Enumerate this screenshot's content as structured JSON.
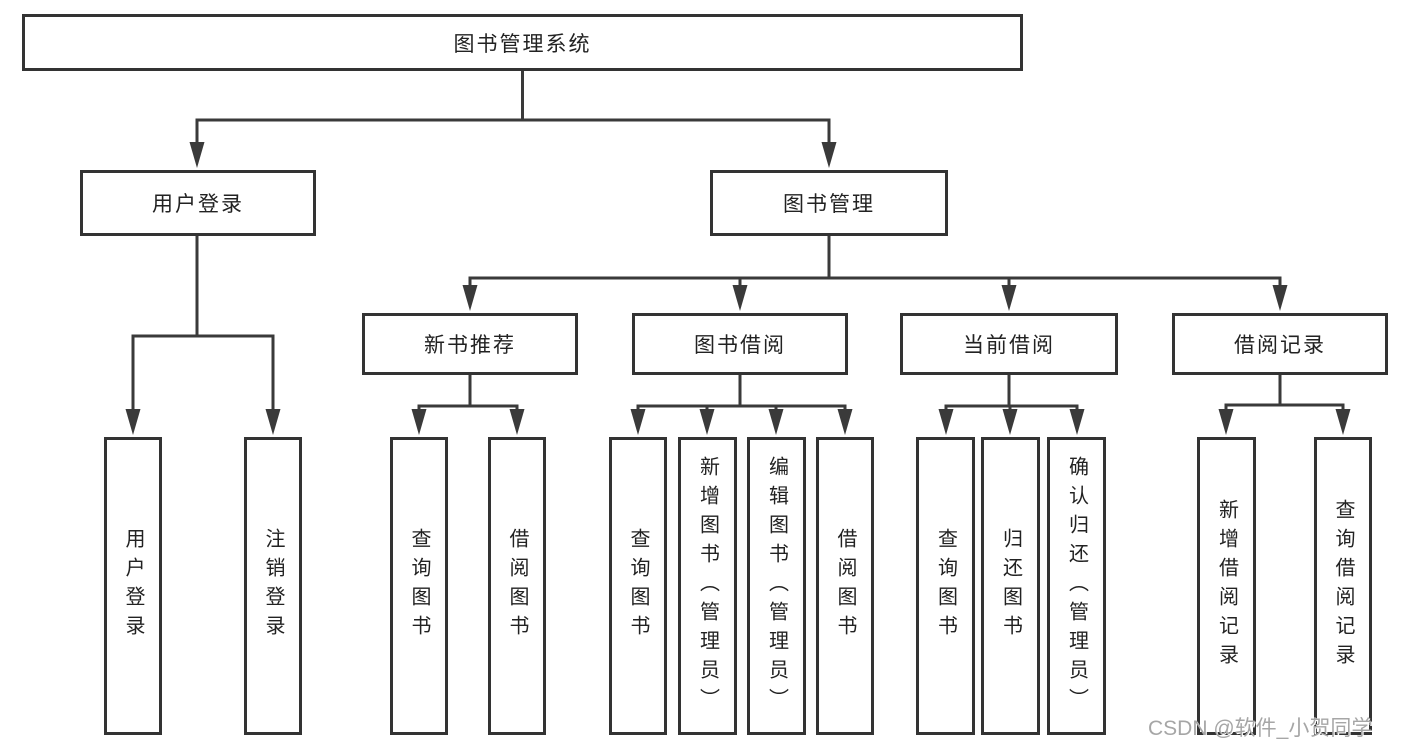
{
  "diagram": {
    "title_node": "图书管理系统",
    "level2": {
      "user_login": "用户登录",
      "book_management": "图书管理"
    },
    "level3": {
      "new_book_recommendation": "新书推荐",
      "book_borrowing": "图书借阅",
      "current_borrowing": "当前借阅",
      "borrowing_records": "借阅记录"
    },
    "leaves": [
      "用户登录",
      "注销登录",
      "查询图书",
      "借阅图书",
      "查询图书",
      "新增图书（管理员）",
      "编辑图书（管理员）",
      "借阅图书",
      "查询图书",
      "归还图书",
      "确认归还（管理员）",
      "新增借阅记录",
      "查询借阅记录"
    ]
  },
  "watermark": "CSDN @软件_小贺同学",
  "colors": {
    "line": "#3a3a3a",
    "box_border": "#333333",
    "box_fill": "#ffffff",
    "text": "#222222",
    "watermark": "#a6a6a6"
  }
}
